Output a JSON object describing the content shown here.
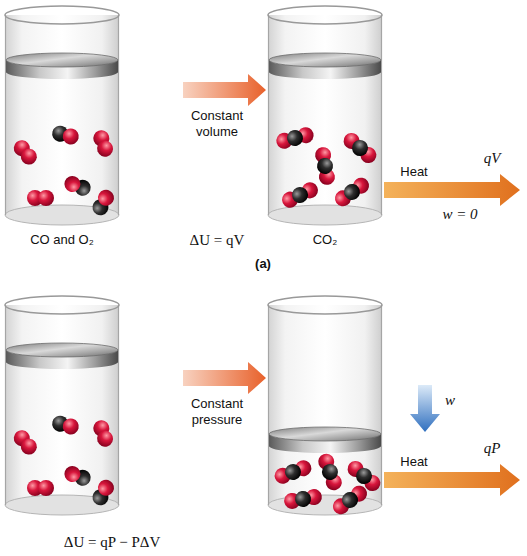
{
  "diagram": {
    "labels": [
      "Constant volume",
      "Heat",
      "qV",
      "w = 0",
      "CO and O₂",
      "ΔU = qV",
      "CO₂",
      "(a)",
      "w",
      "Constant pressure",
      "Heat",
      "qP",
      "ΔU = qP − PΔV"
    ]
  }
}
